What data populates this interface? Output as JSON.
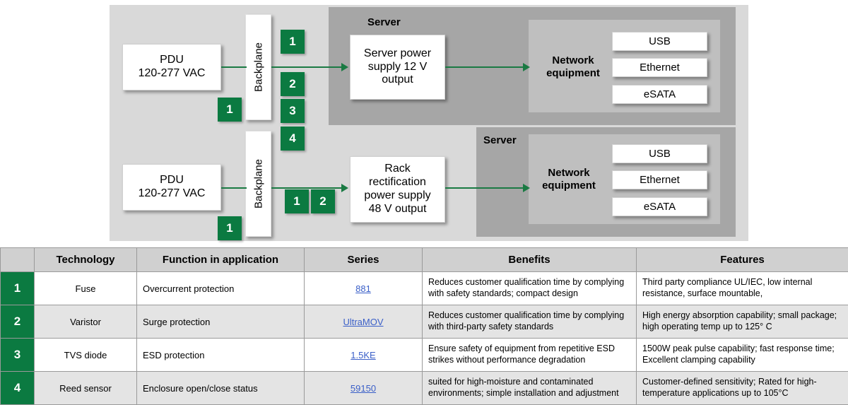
{
  "diagram": {
    "panel_label": "power-distribution-diagram",
    "accent_green": "#0b7a41",
    "rows": [
      {
        "pdu": "PDU\n120-277 VAC",
        "backplane": "Backplane",
        "supply": "Server power supply 12 V output",
        "server_title": "Server",
        "network_label": "Network equipment",
        "ports": [
          "USB",
          "Ethernet",
          "eSATA"
        ],
        "markers_after_backplane": [
          "1",
          "2",
          "3",
          "4"
        ],
        "marker_under_pdu": "1"
      },
      {
        "pdu": "PDU\n120-277 VAC",
        "backplane": "Backplane",
        "supply": "Rack rectification power supply 48 V output",
        "server_title": "Server",
        "network_label": "Network equipment",
        "ports": [
          "USB",
          "Ethernet",
          "eSATA"
        ],
        "markers_after_backplane": [
          "1",
          "2"
        ],
        "marker_under_pdu": "1"
      }
    ],
    "text": {
      "pdu1_line1": "PDU",
      "pdu1_line2": "120-277 VAC",
      "pdu2_line1": "PDU",
      "pdu2_line2": "120-277 VAC",
      "backplane1": "Backplane",
      "backplane2": "Backplane",
      "supply1_line1": "Server power",
      "supply1_line2": "supply 12 V",
      "supply1_line3": "output",
      "supply2_line1": "Rack",
      "supply2_line2": "rectification",
      "supply2_line3": "power supply",
      "supply2_line4": "48 V output",
      "server_title_1": "Server",
      "server_title_2": "Server",
      "network_1_line1": "Network",
      "network_1_line2": "equipment",
      "network_2_line1": "Network",
      "network_2_line2": "equipment",
      "usb_1": "USB",
      "ethernet_1": "Ethernet",
      "esata_1": "eSATA",
      "usb_2": "USB",
      "ethernet_2": "Ethernet",
      "esata_2": "eSATA",
      "m_top_1": "1",
      "m_top_2": "2",
      "m_top_3": "3",
      "m_top_4": "4",
      "m_pdu1": "1",
      "m_pdu2": "1",
      "m_bot_1": "1",
      "m_bot_2": "2"
    }
  },
  "table": {
    "headers": [
      "",
      "Technology",
      "Function in application",
      "Series",
      "Benefits",
      "Features"
    ],
    "rows": [
      {
        "index": "1",
        "technology": "Fuse",
        "function": "Overcurrent protection",
        "series": "881",
        "benefits": "Reduces customer qualification time by complying with safety standards; compact design",
        "features": "Third party compliance UL/IEC, low internal resistance, surface mountable,"
      },
      {
        "index": "2",
        "technology": "Varistor",
        "function": "Surge protection",
        "series": "UltraMOV",
        "benefits": "Reduces customer qualification time by complying with third-party safety standards",
        "features": "High energy absorption capability; small package; high operating temp up to 125° C"
      },
      {
        "index": "3",
        "technology": "TVS diode",
        "function": "ESD protection",
        "series": "1.5KE",
        "benefits": "Ensure safety of equipment from repetitive ESD strikes  without performance degradation",
        "features": "1500W peak pulse capability; fast response time; Excellent clamping capability"
      },
      {
        "index": "4",
        "technology": "Reed sensor",
        "function": "Enclosure open/close status",
        "series": "59150",
        "benefits": "suited for high-moisture and contaminated environments; simple installation and adjustment",
        "features": "Customer-defined sensitivity; Rated for high-temperature applications up to 105°C"
      }
    ]
  }
}
